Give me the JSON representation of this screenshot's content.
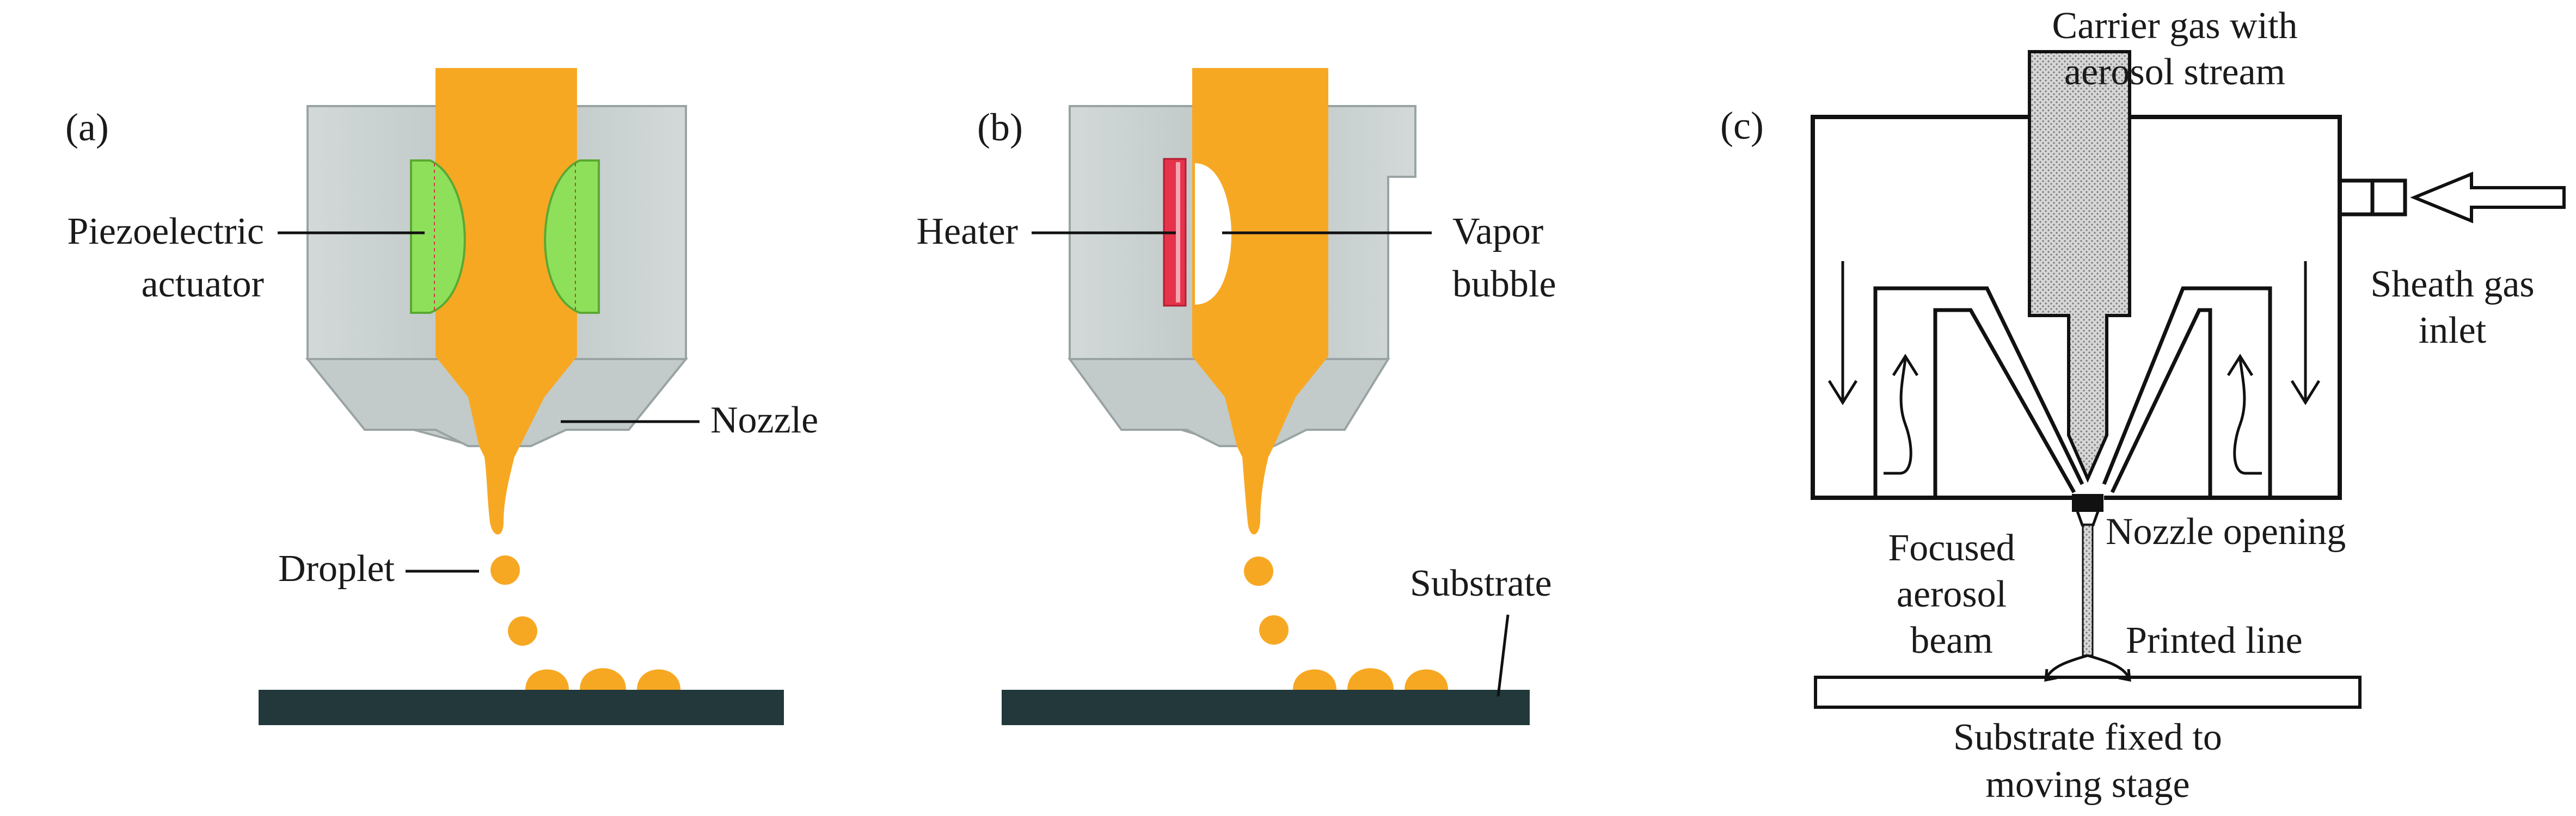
{
  "panels": {
    "a": {
      "label": "(a)",
      "actuator_label_line1": "Piezoelectric",
      "actuator_label_line2": "actuator",
      "nozzle_label": "Nozzle",
      "droplet_label": "Droplet"
    },
    "b": {
      "label": "(b)",
      "heater_label": "Heater",
      "bubble_label_line1": "Vapor",
      "bubble_label_line2": "bubble",
      "substrate_label": "Substrate"
    },
    "c": {
      "label": "(c)",
      "carrier_label_line1": "Carrier gas with",
      "carrier_label_line2": "aerosol stream",
      "sheath_label_line1": "Sheath gas",
      "sheath_label_line2": "inlet",
      "focused_label_line1": "Focused",
      "focused_label_line2": "aerosol",
      "focused_label_line3": "beam",
      "nozzle_opening_label": "Nozzle opening",
      "printed_line_label": "Printed line",
      "substrate_label_line1": "Substrate fixed to",
      "substrate_label_line2": "moving stage"
    }
  },
  "colors": {
    "ink": "#f7a823",
    "nozzle_body": "#c8cfcf",
    "nozzle_edge": "#9aa3a3",
    "piezo": "#8ee05a",
    "heater": "#e5334b",
    "substrate_dark": "#22383a",
    "line": "#111111",
    "carrier_tube": "#bdbdbd"
  }
}
